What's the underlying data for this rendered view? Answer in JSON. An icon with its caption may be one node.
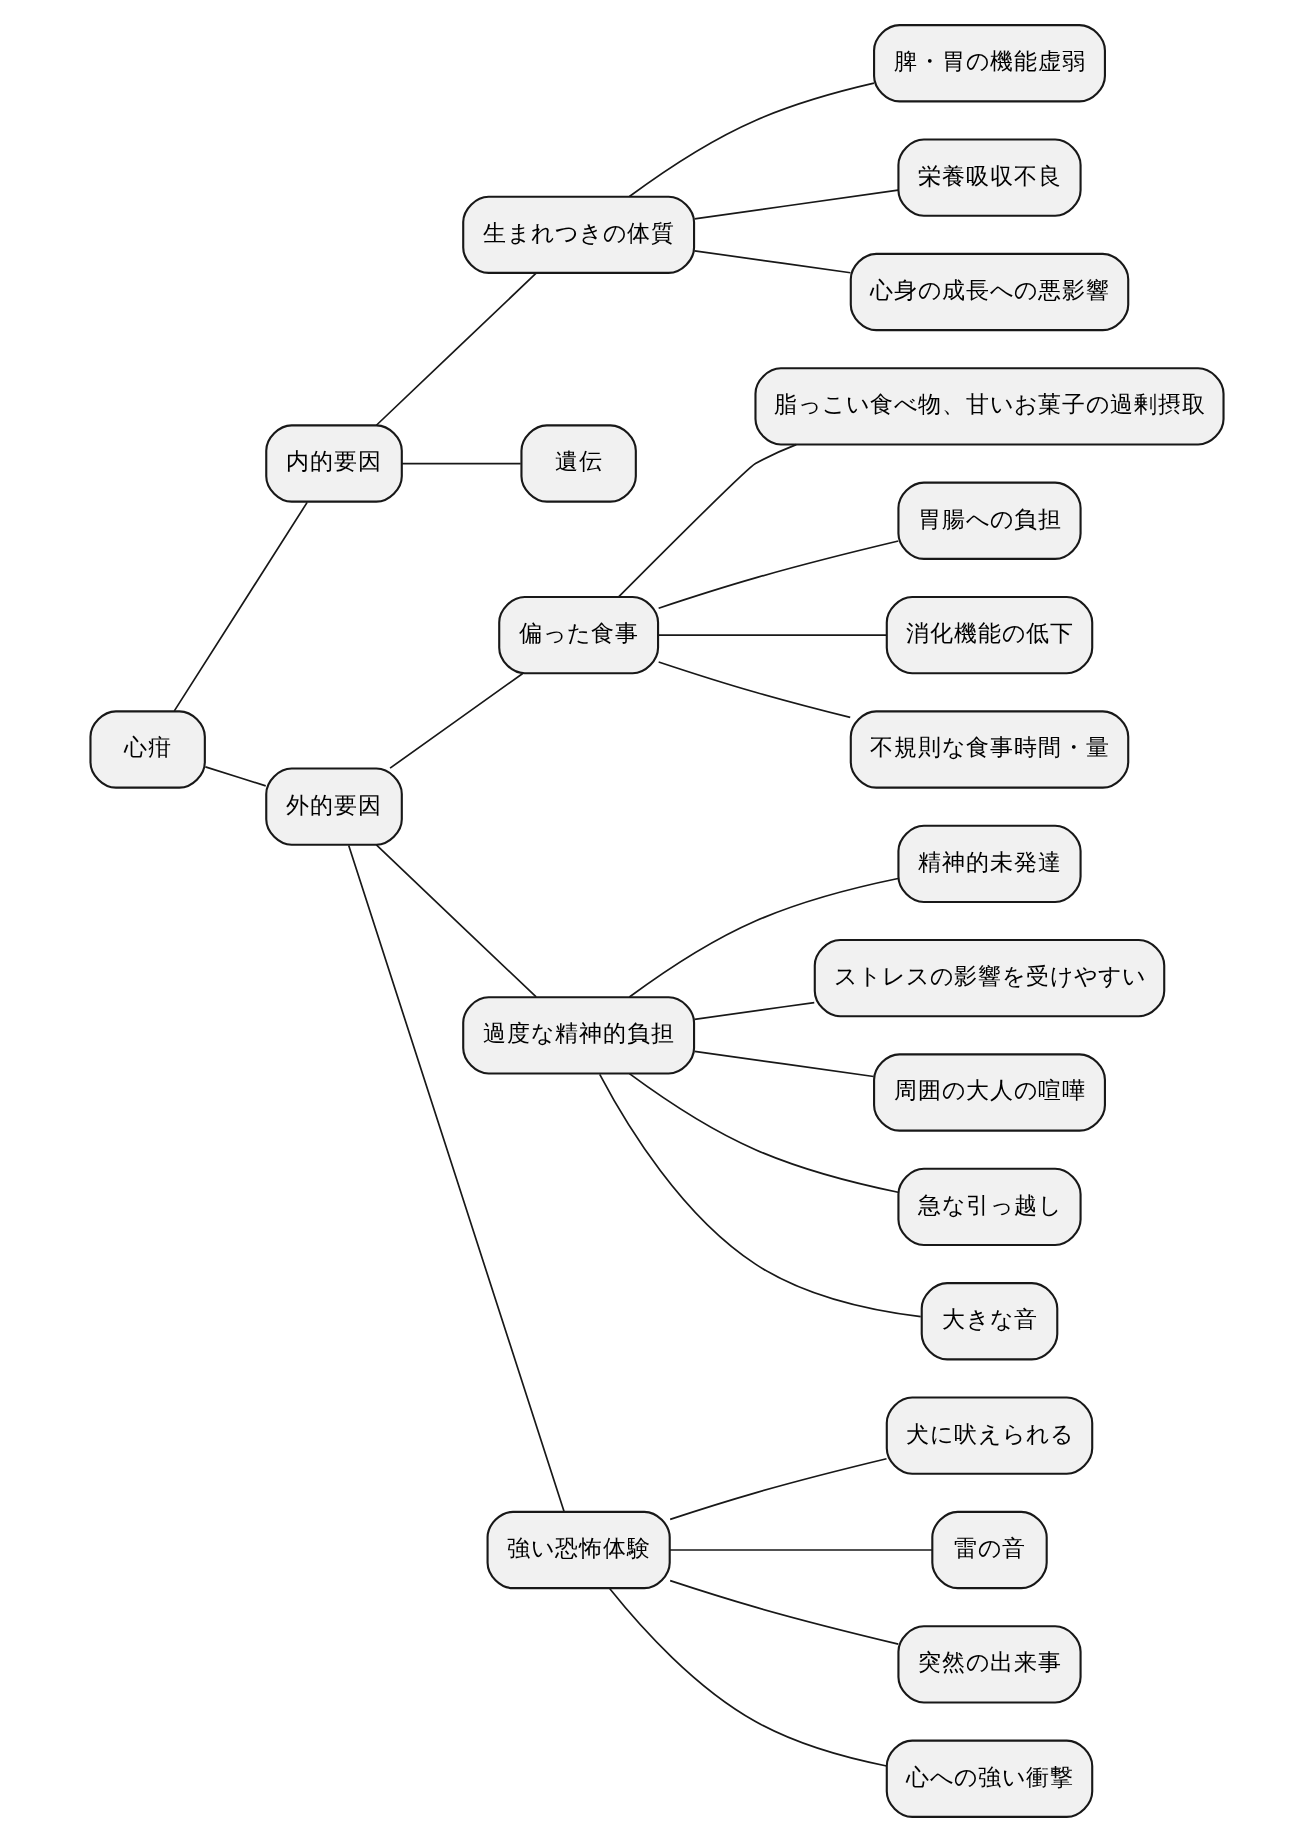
{
  "diagram": {
    "nodes": [
      {
        "text": [
          "心疳"
        ]
      },
      {
        "text": [
          "内的要因"
        ]
      },
      {
        "text": [
          "生まれつきの体質"
        ]
      },
      {
        "text": [
          "脾・胃の機能虚弱"
        ]
      },
      {
        "text": [
          "栄養吸収不良"
        ]
      },
      {
        "text": [
          "心身の成長への悪影響"
        ]
      },
      {
        "text": [
          "遺伝"
        ]
      },
      {
        "text": [
          "外的要因"
        ]
      },
      {
        "text": [
          "偏った食事"
        ]
      },
      {
        "text": [
          "脂っこい食べ物、甘いお菓子の過剰摂取"
        ]
      },
      {
        "text": [
          "胃腸への負担"
        ]
      },
      {
        "text": [
          "消化機能の低下"
        ]
      },
      {
        "text": [
          "不規則な食事時間・量"
        ]
      },
      {
        "text": [
          "過度な精神的負担"
        ]
      },
      {
        "text": [
          "精神的未発達"
        ]
      },
      {
        "text": [
          "ストレスの影響を受けやすい"
        ]
      },
      {
        "text": [
          "周囲の大人の喧嘩"
        ]
      },
      {
        "text": [
          "急な引っ越し"
        ]
      },
      {
        "text": [
          "大きな音"
        ]
      },
      {
        "text": [
          "強い恐怖体験"
        ]
      },
      {
        "text": [
          "犬に吠えられる"
        ]
      },
      {
        "text": [
          "雷の音"
        ]
      },
      {
        "text": [
          "突然の出来事"
        ]
      },
      {
        "text": [
          "心への強い衝撃"
        ]
      }
    ],
    "edges": [
      {
        "from": 0,
        "to": 1,
        "arrow": "none"
      },
      {
        "from": 1,
        "to": 2,
        "arrow": "none"
      },
      {
        "from": 2,
        "to": 3,
        "arrow": "none"
      },
      {
        "from": 2,
        "to": 4,
        "arrow": "none"
      },
      {
        "from": 2,
        "to": 5,
        "arrow": "none"
      },
      {
        "from": 1,
        "to": 6,
        "arrow": "none"
      },
      {
        "from": 0,
        "to": 7,
        "arrow": "none"
      },
      {
        "from": 7,
        "to": 8,
        "arrow": "none"
      },
      {
        "from": 8,
        "to": 9,
        "arrow": "none"
      },
      {
        "from": 8,
        "to": 10,
        "arrow": "none"
      },
      {
        "from": 8,
        "to": 11,
        "arrow": "none"
      },
      {
        "from": 8,
        "to": 12,
        "arrow": "none"
      },
      {
        "from": 7,
        "to": 13,
        "arrow": "none"
      },
      {
        "from": 13,
        "to": 14,
        "arrow": "none"
      },
      {
        "from": 13,
        "to": 15,
        "arrow": "none"
      },
      {
        "from": 13,
        "to": 16,
        "arrow": "none"
      },
      {
        "from": 13,
        "to": 17,
        "arrow": "none"
      },
      {
        "from": 13,
        "to": 18,
        "arrow": "none"
      },
      {
        "from": 7,
        "to": 19,
        "arrow": "none"
      },
      {
        "from": 19,
        "to": 20,
        "arrow": "none"
      },
      {
        "from": 19,
        "to": 21,
        "arrow": "none"
      },
      {
        "from": 19,
        "to": 22,
        "arrow": "none"
      },
      {
        "from": 19,
        "to": 23,
        "arrow": "none"
      }
    ]
  }
}
